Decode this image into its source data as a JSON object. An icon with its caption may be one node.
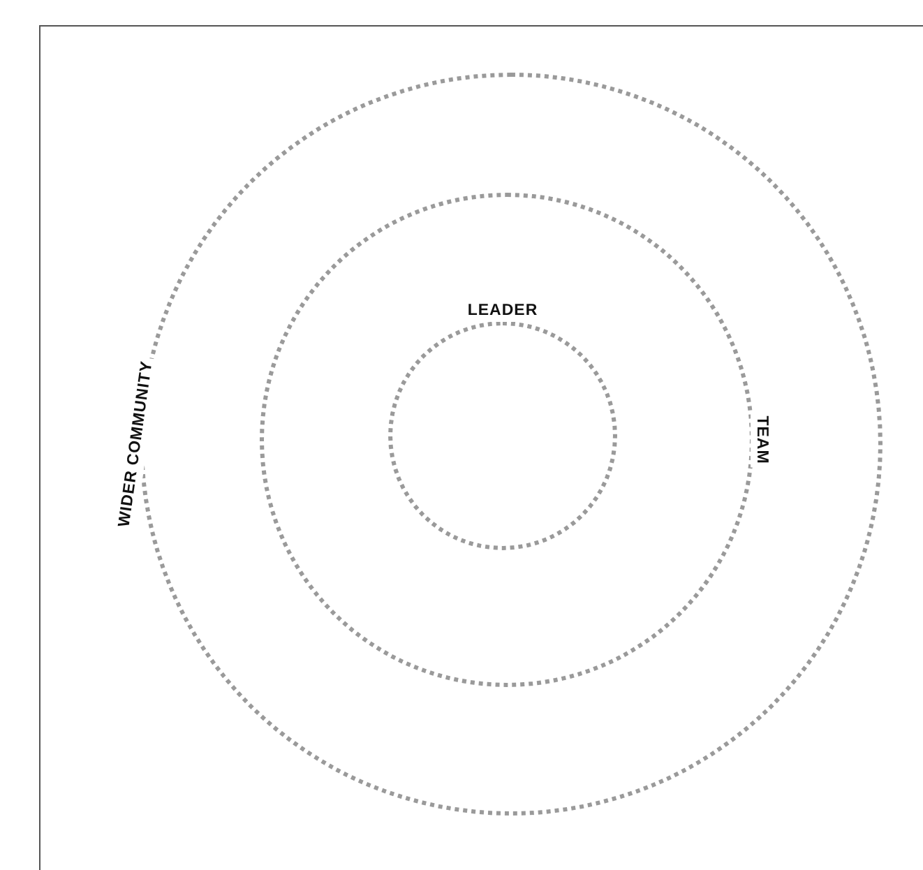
{
  "diagram": {
    "nodes": [
      {
        "text": [
          "WIDER COMMUNITY"
        ]
      },
      {
        "text": [
          "TEAM"
        ],
        "in": 0
      },
      {
        "text": [
          "LEADER"
        ],
        "in": 1
      }
    ]
  }
}
